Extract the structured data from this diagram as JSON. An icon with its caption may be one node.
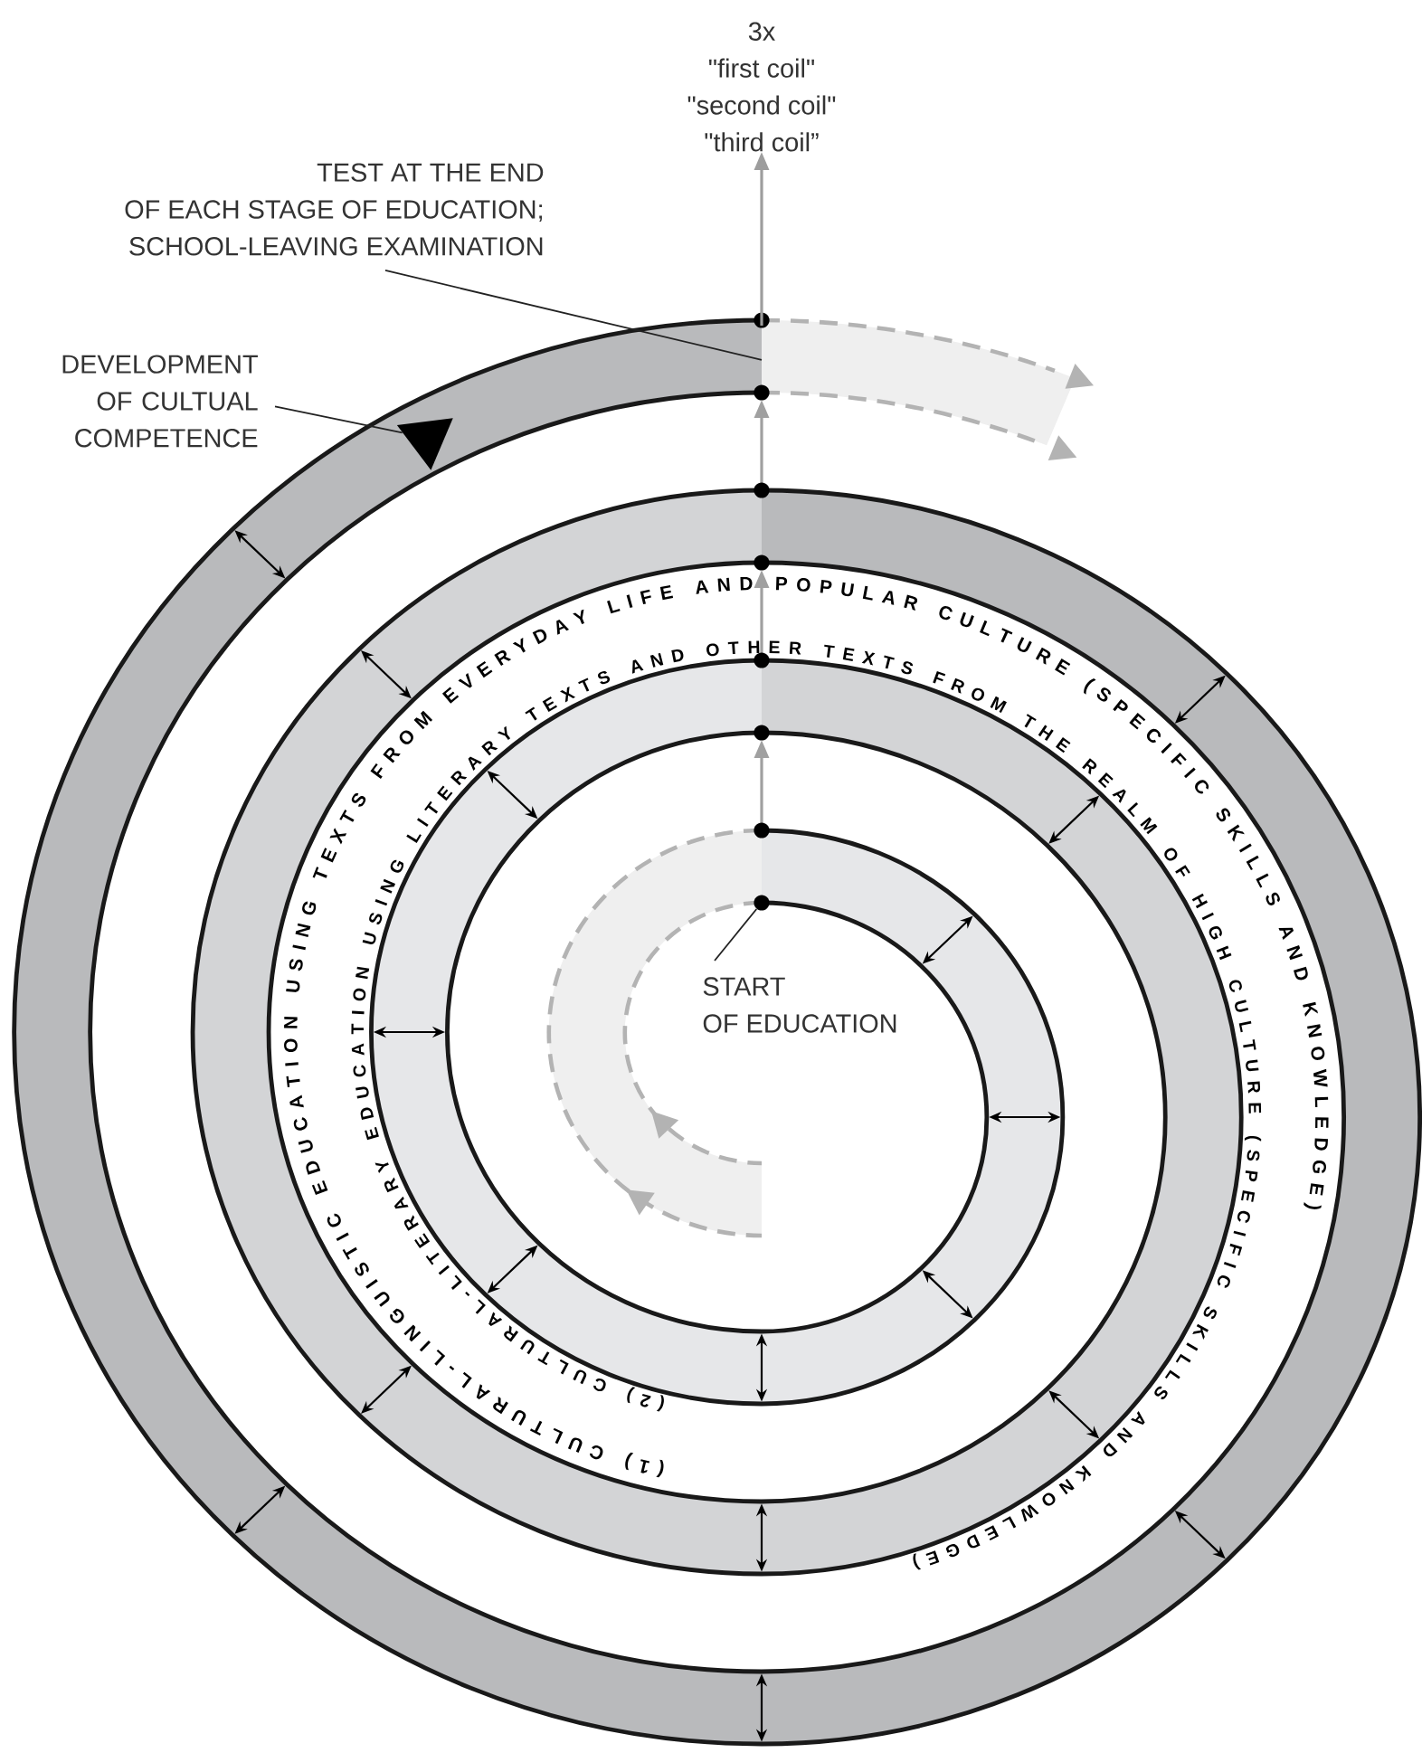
{
  "diagram": {
    "nodes": [
      {
        "text": [
          "3x",
          "\"first coil\"",
          "\"second coil\"",
          "\"third coil”"
        ]
      },
      {
        "text": [
          "TEST AT THE END OF EACH STAGE OF EDUCATION; SCHOOL-LEAVING EXAMINATION"
        ]
      },
      {
        "text": [
          "DEVELOPMENT OF CULTUAL COMPETENCE"
        ]
      },
      {
        "text": [],
        "shape": "triangle"
      },
      {
        "text": [
          "START OF EDUCATION"
        ]
      },
      {
        "text": [],
        "shape": "circle"
      }
    ],
    "edges": [
      {
        "from": null,
        "to": 0,
        "arrow": "to",
        "color": "#9d9d9d"
      },
      {
        "from": 1,
        "to": null,
        "arrow": "none"
      },
      {
        "from": 2,
        "to": 3,
        "arrow": "none"
      },
      {
        "from": 4,
        "to": 5,
        "arrow": "none"
      }
    ],
    "labels": [
      "(1) CULTURAL-LINGUISTIC EDUCATION USING TEXTS FROM EVERYDAY LIFE AND POPULAR CULTURE (SPECIFIC SKILLS AND KNOWLEDGE)",
      "(2) CULTURAL-LITERARY EDUCATION USING LITERARY TEXTS AND OTHER TEXTS FROM THE REALM OF HIGH CULTURE (SPECIFIC SKILLS AND KNOWLEDGE)"
    ]
  }
}
